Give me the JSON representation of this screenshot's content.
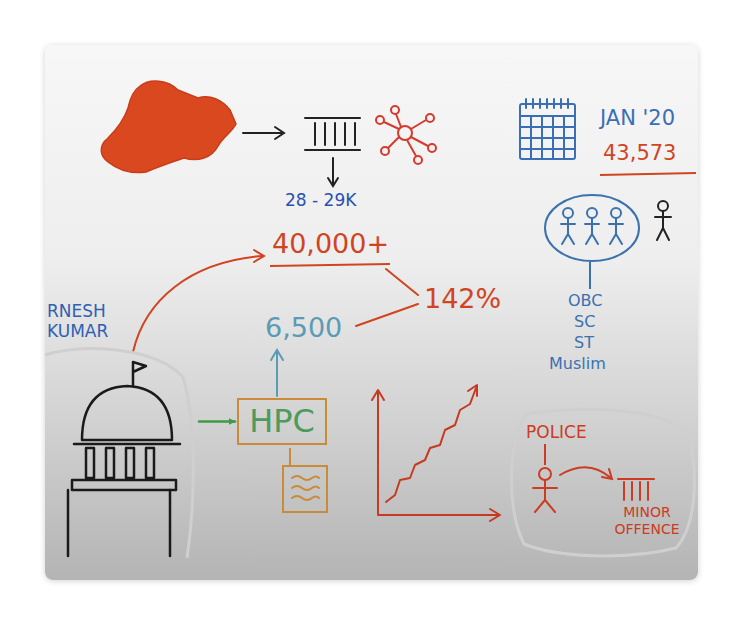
{
  "diagram": {
    "nodes": [
      {
        "text": [
          "RNESH KUMAR"
        ]
      },
      {
        "text": [
          "HPC"
        ]
      },
      {
        "text": [
          "POLICE",
          "MINOR OFFENCE"
        ]
      }
    ],
    "edges": [
      {
        "from": 0,
        "to": 1,
        "arrow": "to"
      }
    ],
    "labels": [
      "28 - 29K",
      "JAN '20",
      "43,573",
      "40,000+",
      "142%",
      "6,500",
      "OBC",
      "SC",
      "ST",
      "Muslim"
    ]
  }
}
